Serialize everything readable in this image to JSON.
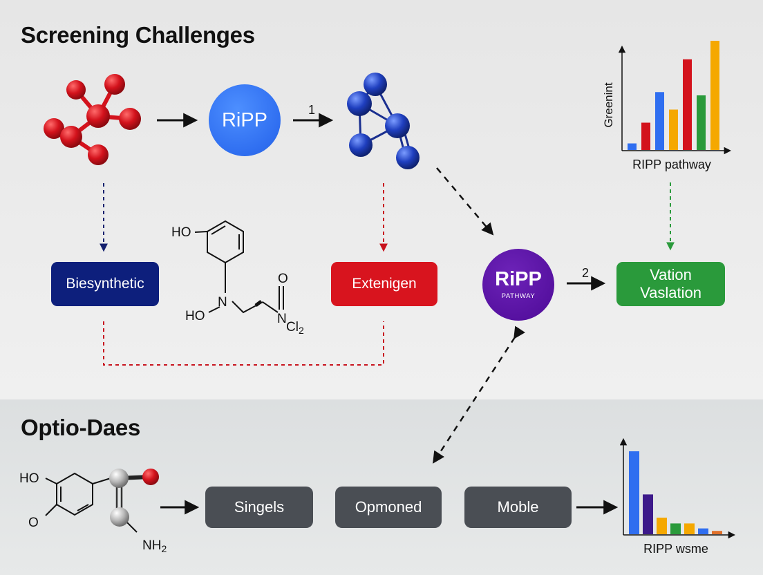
{
  "titles": {
    "top": "Screening Challenges",
    "bottom": "Optio-Daes"
  },
  "nodes": {
    "ripp_top": "RiPP",
    "biosynthetic": "Biesynthetic",
    "extenigen": "Extenigen",
    "ripp_pathway_main": "RiPP",
    "ripp_pathway_sub": "PATHWAY",
    "validation_line1": "Vation",
    "validation_line2": "Vaslation",
    "singels": "Singels",
    "opmoned": "Opmoned",
    "moble": "Moble"
  },
  "arrow_labels": {
    "one": "1",
    "two": "2"
  },
  "chemistry": {
    "top_ho1": "HO",
    "top_ho2": "HO",
    "top_n1": "N",
    "top_n2": "N",
    "top_o": "O",
    "top_cl2": "Cl2",
    "bottom_ho": "HO",
    "bottom_o": "O",
    "bottom_nh2": "NH2"
  },
  "colors": {
    "molecule_red": "#d3121c",
    "molecule_blue": "#1f3fbf",
    "ripp_blue": "#2f6ef0",
    "ripp_purple": "#55109f",
    "box_navy": "#0d1f7c",
    "box_red": "#d8141e",
    "box_green": "#2a9a3b",
    "box_grey": "#4a4e54"
  },
  "chart_data": [
    {
      "type": "bar",
      "ylabel": "Greenint",
      "xlabel": "RIPP pathway",
      "values": [
        0.06,
        0.25,
        0.53,
        0.37,
        0.83,
        0.5,
        1.0
      ],
      "colors": [
        "#2f6ef0",
        "#d3121c",
        "#2f6ef0",
        "#f5a800",
        "#d3121c",
        "#2a9a3b",
        "#f5a800"
      ],
      "ylim": [
        0,
        1.1
      ]
    },
    {
      "type": "bar",
      "ylabel": "",
      "xlabel": "RIPP wsme",
      "values": [
        1.0,
        0.48,
        0.2,
        0.13,
        0.13,
        0.07,
        0.04
      ],
      "colors": [
        "#2f6ef0",
        "#3d1a8a",
        "#f5a800",
        "#2a9a3b",
        "#f5a800",
        "#2f6ef0",
        "#e0702a"
      ],
      "ylim": [
        0,
        1.1
      ]
    }
  ]
}
